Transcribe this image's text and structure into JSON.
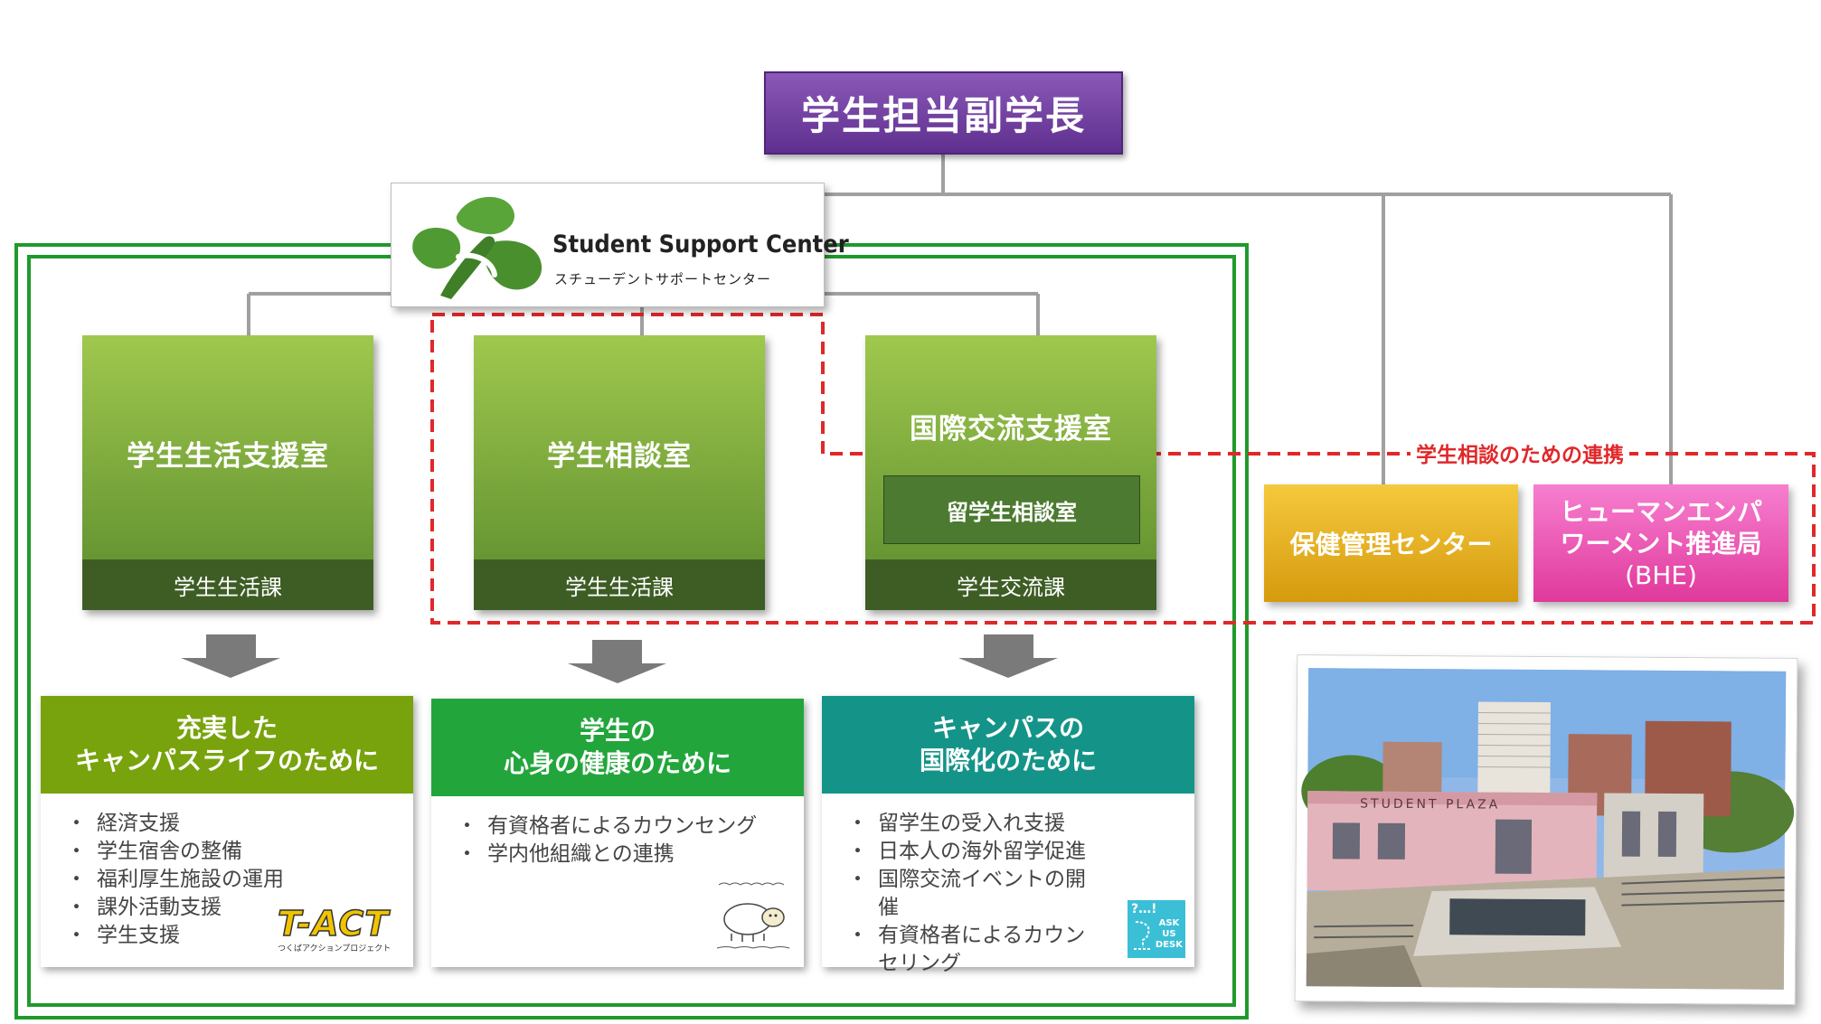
{
  "vice_president": "学生担当副学長",
  "support_center": {
    "name_en": "Student Support Center",
    "name_ja": "スチューデントサポートセンター"
  },
  "offices": [
    {
      "name": "学生生活支援室",
      "dept": "学生生活課"
    },
    {
      "name": "学生相談室",
      "dept": "学生生活課"
    },
    {
      "name": "国際交流支援室",
      "sub_room": "留学生相談室",
      "dept": "学生交流課"
    }
  ],
  "health_center": "保健管理センター",
  "bhe": {
    "line1": "ヒューマンエンパ",
    "line2": "ワーメント推進局",
    "line3": "(BHE)"
  },
  "collaboration_label": "学生相談のための連携",
  "outcomes": [
    {
      "title_lines": [
        "充実した",
        "キャンパスライフのために"
      ],
      "color": "#78a30c",
      "items": [
        "経済支援",
        "学生宿舎の整備",
        "福利厚生施設の運用",
        "課外活動支援",
        "学生支援"
      ],
      "badge_main": "T-ACT",
      "badge_sub": "つくばアクションプロジェクト"
    },
    {
      "title_lines": [
        "学生の",
        "心身の健康のために"
      ],
      "color": "#22a63c",
      "items": [
        "有資格者によるカウンセング",
        "学内他組織との連携"
      ]
    },
    {
      "title_lines": [
        "キャンパスの",
        "国際化のために"
      ],
      "color": "#149488",
      "items": [
        "留学生の受入れ支援",
        "日本人の海外留学促進",
        "国際交流イベントの開催",
        "有資格者によるカウンセリング"
      ],
      "badge_lines": [
        "ASK",
        "US",
        "DESK"
      ],
      "badge_top": "?…!"
    }
  ],
  "photo_sign": "STUDENT PLAZA",
  "colors": {
    "purple": "#6a3aa0",
    "green_frame": "#1f9a2c",
    "red_dash": "#e0282a",
    "connector": "#a0a0a0",
    "arrow": "#7a7a7a"
  }
}
